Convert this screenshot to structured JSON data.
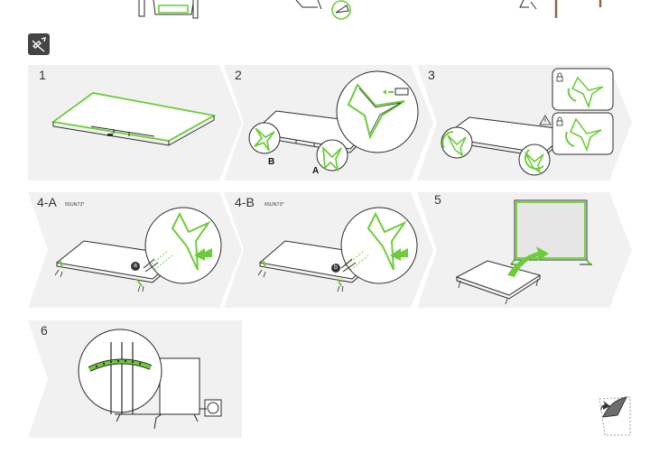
{
  "steps": [
    {
      "num": "1"
    },
    {
      "num": "2",
      "labels": {
        "b": "B",
        "a": "A"
      }
    },
    {
      "num": "3"
    },
    {
      "num": "4-A",
      "model": "55UN73*",
      "marker": "a"
    },
    {
      "num": "4-B",
      "model": "65UN73*",
      "marker": "b"
    },
    {
      "num": "5"
    },
    {
      "num": "6"
    }
  ],
  "icons": [
    "cable-tie-icon",
    "lock-icon",
    "warning-icon",
    "page-turn-icon"
  ],
  "colors": {
    "panel": "#f1f1f1",
    "accent": "#6dcc3b",
    "line": "#2b2b2b",
    "wood": "#8a6a45"
  }
}
